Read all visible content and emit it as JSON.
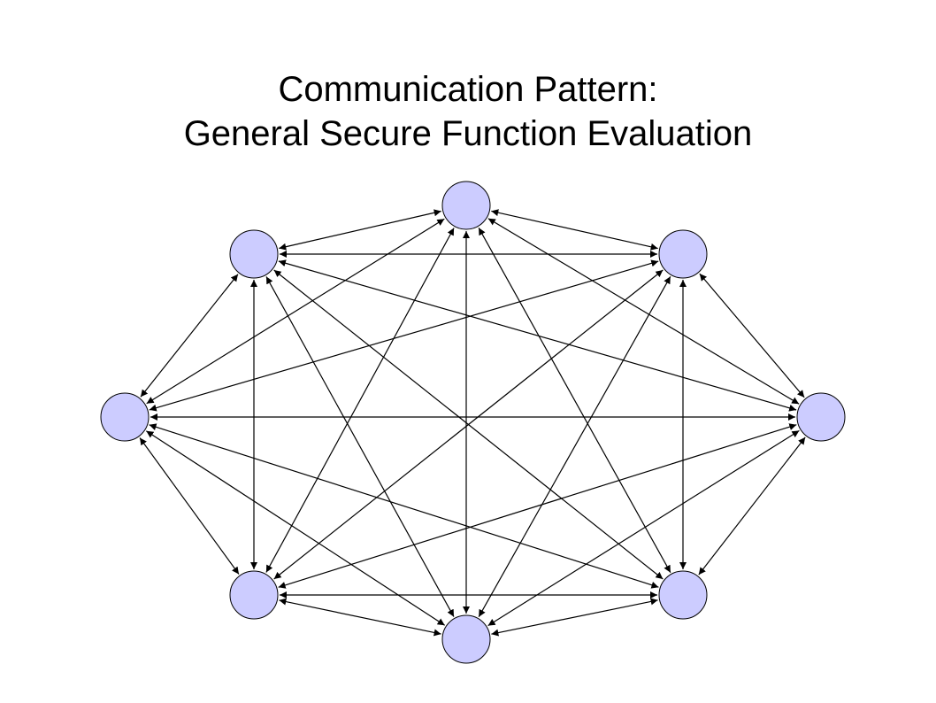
{
  "slide": {
    "title_line1": "Communication Pattern:",
    "title_line2": "General Secure Function Evaluation"
  },
  "diagram": {
    "node_fill": "#ccccff",
    "node_stroke": "#000000",
    "edge_color": "#000000",
    "node_count": 8,
    "connectivity": "complete graph, bidirectional arrows between every pair of nodes"
  }
}
